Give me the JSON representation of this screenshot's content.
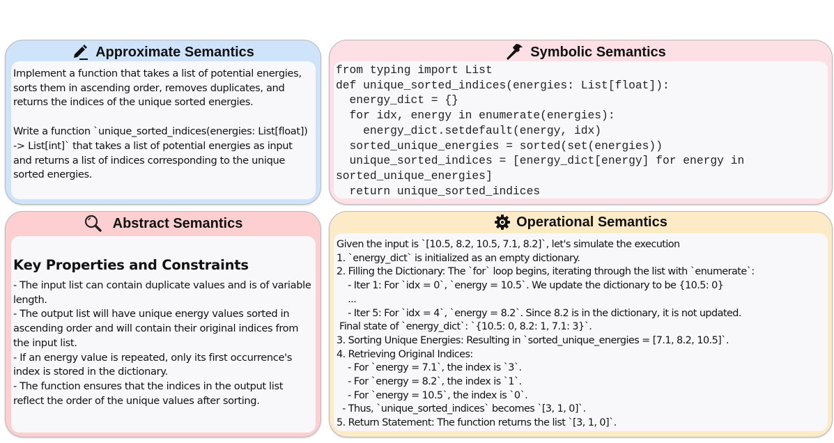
{
  "panels": {
    "approximate": {
      "title": "Approximate Semantics",
      "icon": "pencil-icon",
      "bg_color": "#cfe4fb",
      "paragraphs": [
        "Implement a function that takes a list of potential energies, sorts them in ascending order, removes duplicates, and returns the indices of the unique sorted energies.",
        "Write a function `unique_sorted_indices(energies: List[float]) -> List[int]` that takes a list of potential energies as input and returns a list of indices corresponding to the unique sorted energies."
      ]
    },
    "symbolic": {
      "title": "Symbolic Semantics",
      "icon": "hammer-icon",
      "bg_color": "#fde0e6",
      "code_lines": [
        "from typing import List",
        "def unique_sorted_indices(energies: List[float]):",
        "  energy_dict = {}",
        "  for idx, energy in enumerate(energies):",
        "    energy_dict.setdefault(energy, idx)",
        "  sorted_unique_energies = sorted(set(energies))",
        "  unique_sorted_indices = [energy_dict[energy] for energy in",
        "sorted_unique_energies]",
        "  return unique_sorted_indices"
      ]
    },
    "abstract": {
      "title": "Abstract Semantics",
      "icon": "magnifier-icon",
      "bg_color": "#fdcfd0",
      "heading": "Key Properties and Constraints",
      "bullets": [
        "- The input list can contain duplicate values and is of variable length.",
        "- The output list will have unique energy values sorted in ascending order and will contain their original indices from the input list.",
        "- If an energy value is repeated, only its first occurrence's index is stored in the dictionary.",
        "- The function ensures that the indices in the output list reflect the order of the unique values after sorting."
      ]
    },
    "operational": {
      "title": "Operational Semantics",
      "icon": "gear-icon",
      "bg_color": "#fdebc8",
      "lines": [
        "Given the input is `[10.5, 8.2, 10.5, 7.1, 8.2]`, let's simulate the execution",
        "1. `energy_dict` is initialized as an empty dictionary.",
        "2. Filling the Dictionary: The `for` loop begins, iterating through the list with `enumerate`:",
        "    - Iter 1: For `idx = 0`, `energy = 10.5`. We update the dictionary to be {10.5: 0}",
        "    ...",
        "    - Iter 5: For `idx = 4`, `energy = 8.2`. Since 8.2 is in the dictionary, it is not updated.",
        " Final state of `energy_dict`: `{10.5: 0, 8.2: 1, 7.1: 3}`.",
        "3. Sorting Unique Energies: Resulting in `sorted_unique_energies = [7.1, 8.2, 10.5]`.",
        "4. Retrieving Original Indices:",
        "    - For `energy = 7.1`, the index is `3`.",
        "    - For `energy = 8.2`, the index is `1`.",
        "    - For `energy = 10.5`, the index is `0`.",
        "  - Thus, `unique_sorted_indices` becomes `[3, 1, 0]`.",
        "5. Return Statement: The function returns the list `[3, 1, 0]`."
      ]
    }
  }
}
